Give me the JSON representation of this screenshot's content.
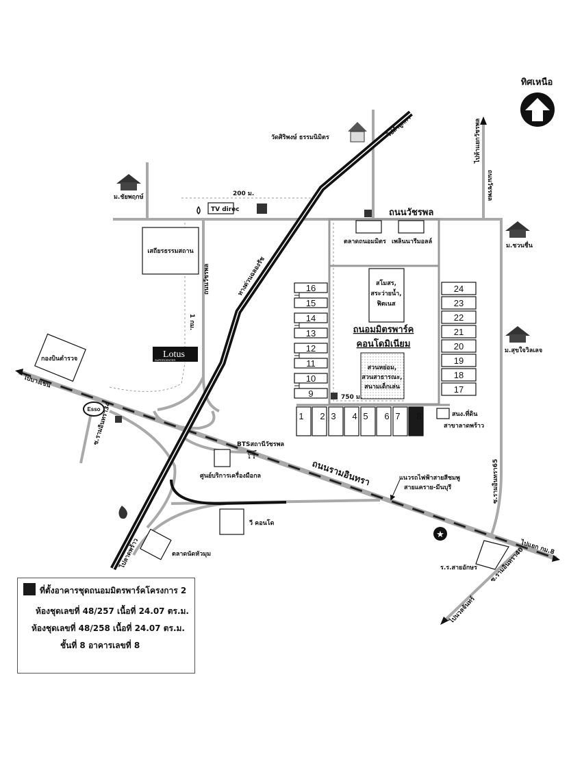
{
  "north": {
    "label": "ทิศเหนือ"
  },
  "roads": {
    "watcharaphon_h": "ถนนวัชรพล",
    "watcharaphon_v_left": "ถนนวัชรพล",
    "watcharaphon_v_right": "ถนนวัชรพล",
    "to_ha_yaek_watcharaphon": "ไปห้าแยกวัชรพล",
    "expressway": "ทางด่วนฉลองรัช",
    "to_lam_luk_ka": "ไปลำลูกกา",
    "ramintra": "ถนนรามอินทรา",
    "to_bang_khen": "ไปบางเขน",
    "to_lat_phrao": "ไปลาดพร้าว",
    "to_km8": "ไปแยก กม.8",
    "to_nuan_chan": "ไปนวลจันทร์",
    "soi34": "ซ.รามอินทรา34",
    "soi65": "ซ.รามอินทรา65",
    "soi40": "ซ.รามอินทรา40"
  },
  "distances": {
    "d200": "200 ม.",
    "d1km": "1 กม.",
    "d750": "750 ม."
  },
  "places": {
    "temple": "วัดศิริพงษ์ ธรรมนิมิตร",
    "chaiyaphruek": "ม.ชัยพฤกษ์",
    "tv_direct": "TV direc",
    "sathira": "เสถียรธรรมสถาน",
    "market_thanom": "ตลาดถนอมมิตร",
    "ploen_nari": "เพลินนารีมอลล์",
    "chuan_chuen": "ม.ชวนชื่น",
    "sukjai": "ม.สุขใจวิลเลจ",
    "club": [
      "สโมสร,",
      "สระว่ายน้ำ,",
      "ฟิตเนส"
    ],
    "project_name": "ถนอมมิตรพาร์ค",
    "project_type": "คอนโดมิเนียม",
    "garden": [
      "สวนหย่อม,",
      "สวนสาธารณะ,",
      "สนามเด็กเล่น"
    ],
    "land_office": [
      "สนง.ที่ดิน",
      "สาขาลาดพร้าว"
    ],
    "police_aviation": "กองบินตำรวจ",
    "lotus": "Lotus",
    "lotus_sub": "SUPERCENTER",
    "esso": "Esso",
    "bts": "BTSสถานีวัชรพล",
    "machinery": "ศูนย์บริการเครื่องมือกล",
    "pink_line": [
      "แนวรถไฟฟ้าสายสีชมพู",
      "สายแคราย-มีนบุรี"
    ],
    "v_condo": "วี คอนโด",
    "hua_mum": "ตลาดนัดหัวมุม",
    "school": "ร.ร.สายอักษร"
  },
  "buildings": {
    "left": [
      "16",
      "15",
      "14",
      "13",
      "12",
      "11",
      "10",
      "9"
    ],
    "right": [
      "24",
      "23",
      "22",
      "21",
      "20",
      "19",
      "18",
      "17"
    ],
    "bottom": [
      "1",
      "2",
      "3",
      "4",
      "5",
      "6",
      "7",
      "8"
    ],
    "highlighted": "8"
  },
  "legend": {
    "title": "ที่ตั้งอาคารชุดถนอมมิตรพาร์คโครงการ 2",
    "line1": "ห้องชุดเลขที่ 48/257  เนื้อที่  24.07 ตร.ม.",
    "line2": "ห้องชุดเลขที่ 48/258  เนื้อที่  24.07 ตร.ม.",
    "line3": "ชั้นที่  8    อาคารเลขที่ 8"
  },
  "colors": {
    "road": "#a9a9a9",
    "ink": "#111111",
    "highlight": "#1a1a1a"
  }
}
